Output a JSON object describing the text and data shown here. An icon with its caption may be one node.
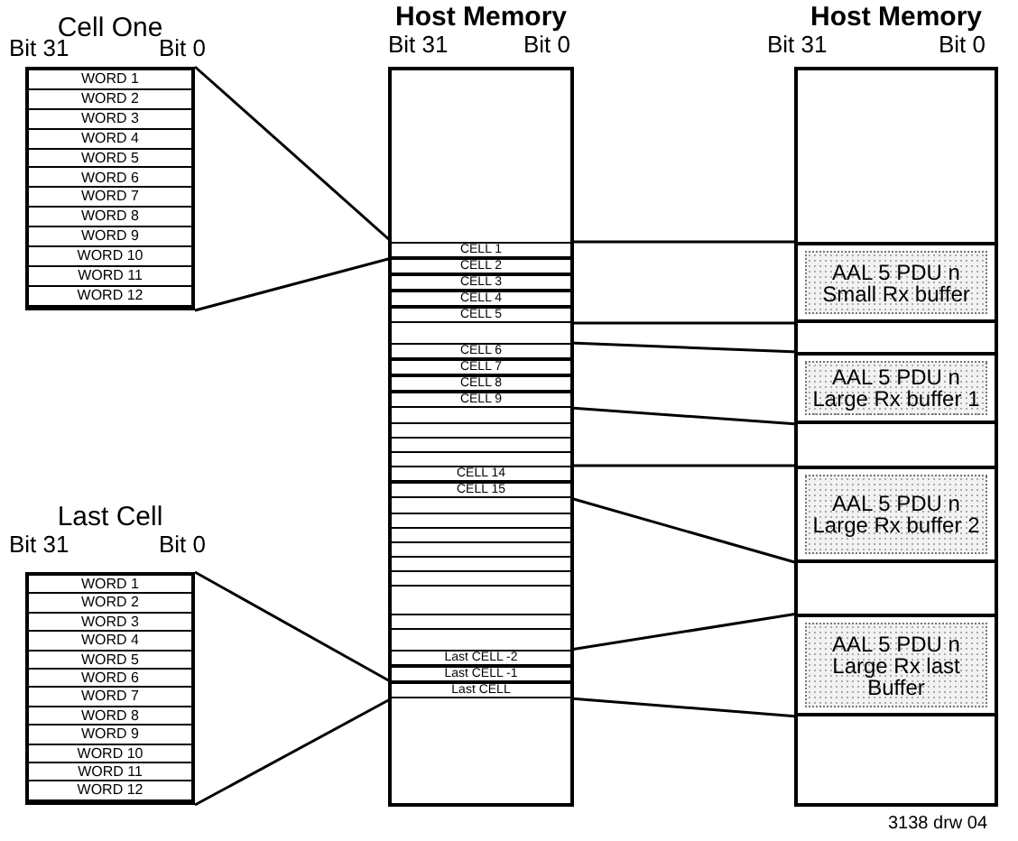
{
  "diagram": {
    "nodes": [
      {
        "text": [
          "Cell One"
        ]
      },
      {
        "text": [
          "WORD 1"
        ],
        "in": 0
      },
      {
        "text": [
          "WORD 2"
        ],
        "in": 0
      },
      {
        "text": [
          "WORD 3"
        ],
        "in": 0
      },
      {
        "text": [
          "WORD 4"
        ],
        "in": 0
      },
      {
        "text": [
          "WORD 5"
        ],
        "in": 0
      },
      {
        "text": [
          "WORD 6"
        ],
        "in": 0
      },
      {
        "text": [
          "WORD 7"
        ],
        "in": 0
      },
      {
        "text": [
          "WORD 8"
        ],
        "in": 0
      },
      {
        "text": [
          "WORD 9"
        ],
        "in": 0
      },
      {
        "text": [
          "WORD 10"
        ],
        "in": 0
      },
      {
        "text": [
          "WORD 11"
        ],
        "in": 0
      },
      {
        "text": [
          "WORD 12"
        ],
        "in": 0
      },
      {
        "text": [
          "Host Memory"
        ]
      },
      {
        "text": [
          "CELL 1"
        ],
        "in": 13
      },
      {
        "text": [
          "CELL 2"
        ],
        "in": 13
      },
      {
        "text": [
          "CELL 3"
        ],
        "in": 13
      },
      {
        "text": [
          "CELL 4"
        ],
        "in": 13
      },
      {
        "text": [
          "CELL 5"
        ],
        "in": 13
      },
      {
        "text": [
          "CELL 6"
        ],
        "in": 13
      },
      {
        "text": [
          "CELL 7"
        ],
        "in": 13
      },
      {
        "text": [
          "CELL 8"
        ],
        "in": 13
      },
      {
        "text": [
          "CELL 9"
        ],
        "in": 13
      },
      {
        "text": [
          "CELL 14"
        ],
        "in": 13
      },
      {
        "text": [
          "CELL 15"
        ],
        "in": 13
      },
      {
        "text": [
          "Last CELL -2"
        ],
        "in": 13
      },
      {
        "text": [
          "Last CELL -1"
        ],
        "in": 13
      },
      {
        "text": [
          "Last CELL"
        ],
        "in": 13
      },
      {
        "text": [
          "Host Memory"
        ]
      },
      {
        "text": [
          "AAL 5 PDU n Small Rx buffer"
        ],
        "in": 28
      },
      {
        "text": [
          "AAL 5 PDU n Large Rx buffer 1"
        ],
        "in": 28
      },
      {
        "text": [
          "AAL 5 PDU n Large Rx buffer 2"
        ],
        "in": 28
      },
      {
        "text": [
          "AAL 5 PDU n Large Rx last Buffer"
        ],
        "in": 28
      },
      {
        "text": [
          "Last Cell"
        ]
      },
      {
        "text": [
          "WORD 1"
        ],
        "in": 33
      },
      {
        "text": [
          "WORD 2"
        ],
        "in": 33
      },
      {
        "text": [
          "WORD 3"
        ],
        "in": 33
      },
      {
        "text": [
          "WORD 4"
        ],
        "in": 33
      },
      {
        "text": [
          "WORD 5"
        ],
        "in": 33
      },
      {
        "text": [
          "WORD 6"
        ],
        "in": 33
      },
      {
        "text": [
          "WORD 7"
        ],
        "in": 33
      },
      {
        "text": [
          "WORD 8"
        ],
        "in": 33
      },
      {
        "text": [
          "WORD 9"
        ],
        "in": 33
      },
      {
        "text": [
          "WORD 10"
        ],
        "in": 33
      },
      {
        "text": [
          "WORD 11"
        ],
        "in": 33
      },
      {
        "text": [
          "WORD 12"
        ],
        "in": 33
      }
    ],
    "edges": [
      {
        "from": 0,
        "to": 14,
        "arrow": "none"
      },
      {
        "from": 0,
        "to": 14,
        "arrow": "none"
      },
      {
        "from": 33,
        "to": 27,
        "arrow": "none"
      },
      {
        "from": 33,
        "to": 27,
        "arrow": "none"
      },
      {
        "from": 14,
        "to": 29,
        "arrow": "none"
      },
      {
        "from": 18,
        "to": 29,
        "arrow": "none"
      },
      {
        "from": 19,
        "to": 30,
        "arrow": "none"
      },
      {
        "from": 22,
        "to": 30,
        "arrow": "none"
      },
      {
        "from": 23,
        "to": 31,
        "arrow": "none"
      },
      {
        "from": 24,
        "to": 31,
        "arrow": "none"
      },
      {
        "from": 25,
        "to": 32,
        "arrow": "none"
      },
      {
        "from": 27,
        "to": 32,
        "arrow": "none"
      }
    ],
    "labels": [
      "Bit 31",
      "Bit 0",
      "Bit 31",
      "Bit 0",
      "Bit 31",
      "Bit 0",
      "Bit 31",
      "Bit 0",
      "3138 drw 04"
    ]
  }
}
